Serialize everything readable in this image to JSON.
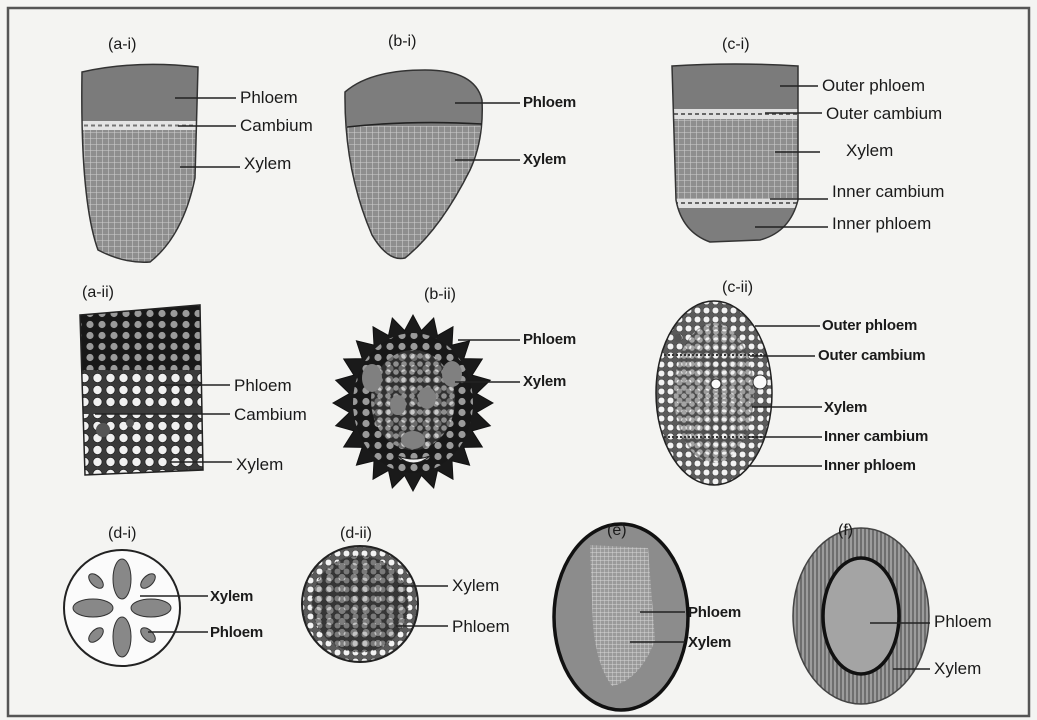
{
  "panels": {
    "a_i": {
      "tag": "(a-i)",
      "phloem": "Phloem",
      "cambium": "Cambium",
      "xylem": "Xylem"
    },
    "b_i": {
      "tag": "(b-i)",
      "phloem": "Phloem",
      "xylem": "Xylem"
    },
    "c_i": {
      "tag": "(c-i)",
      "outer_phloem": "Outer phloem",
      "outer_cambium": "Outer  cambium",
      "xylem": "Xylem",
      "inner_cambium": "Inner  cambium",
      "inner_phloem": "Inner phloem"
    },
    "a_ii": {
      "tag": "(a-ii)",
      "phloem": "Phloem",
      "cambium": "Cambium",
      "xylem": "Xylem"
    },
    "b_ii": {
      "tag": "(b-ii)",
      "phloem": "Phloem",
      "xylem": "Xylem"
    },
    "c_ii": {
      "tag": "(c-ii)",
      "outer_phloem": "Outer phloem",
      "outer_cambium": "Outer cambium",
      "xylem": "Xylem",
      "inner_cambium": "Inner cambium",
      "inner_phloem": "Inner phloem"
    },
    "d_i": {
      "tag": "(d-i)",
      "xylem": "Xylem",
      "phloem": "Phloem"
    },
    "d_ii": {
      "tag": "(d-ii)",
      "xylem": "Xylem",
      "phloem": "Phloem"
    },
    "e": {
      "tag": "(e)",
      "phloem": "Phloem",
      "xylem": "Xylem"
    },
    "f": {
      "tag": "(f)",
      "phloem": "Phloem",
      "xylem": "Xylem"
    }
  }
}
